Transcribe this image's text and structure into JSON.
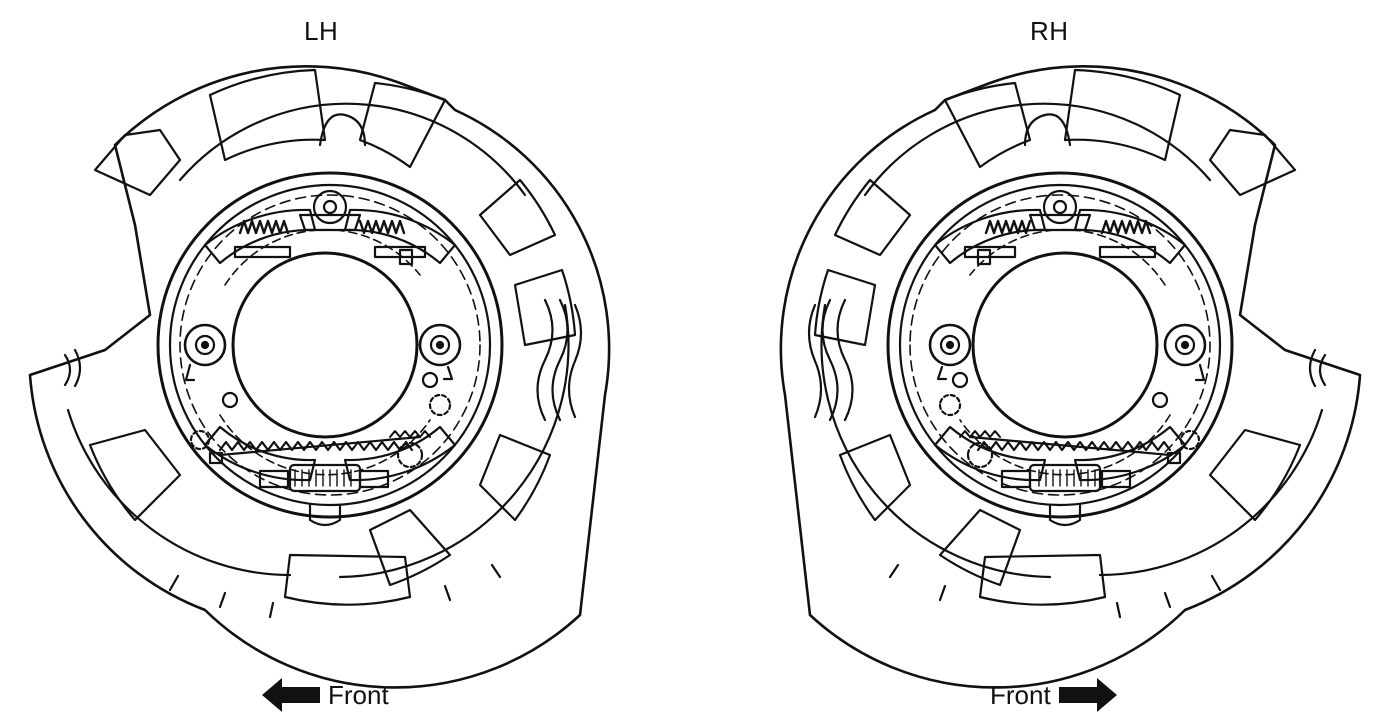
{
  "views": [
    {
      "id": "left",
      "label": "LH",
      "direction": "Front"
    },
    {
      "id": "right",
      "label": "RH",
      "direction": "Front"
    }
  ],
  "colors": {
    "line": "#111111",
    "background": "#ffffff"
  }
}
